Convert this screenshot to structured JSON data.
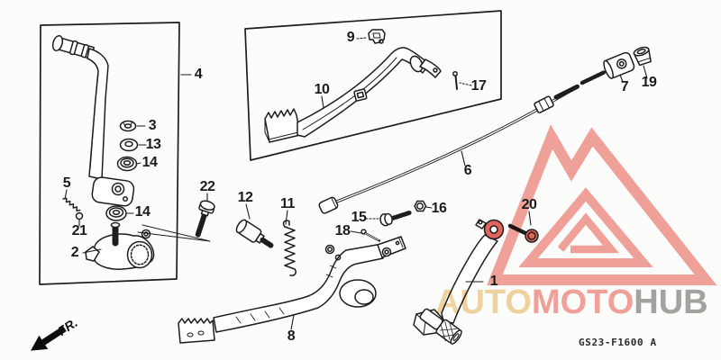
{
  "watermark": {
    "segments": [
      {
        "text": "AUTO",
        "color": "#F2D4A0"
      },
      {
        "text": "MOTO",
        "color": "#F2A29C"
      },
      {
        "text": "HUB",
        "color": "#A6A4A2"
      }
    ],
    "logo_color": "#F2A29C",
    "highlight_color": "#DF645C"
  },
  "footer": {
    "code": "GS23-F1600 A",
    "front_label": "FR."
  },
  "line_color": "#1d1d1b",
  "background": "#fcfcfa",
  "labels": [
    {
      "text": "1"
    },
    {
      "text": "2"
    },
    {
      "text": "3"
    },
    {
      "text": "4"
    },
    {
      "text": "5"
    },
    {
      "text": "6"
    },
    {
      "text": "7"
    },
    {
      "text": "8"
    },
    {
      "text": "9"
    },
    {
      "text": "10"
    },
    {
      "text": "11"
    },
    {
      "text": "12"
    },
    {
      "text": "13"
    },
    {
      "text": "14"
    },
    {
      "text": "14"
    },
    {
      "text": "15"
    },
    {
      "text": "16"
    },
    {
      "text": "17"
    },
    {
      "text": "18"
    },
    {
      "text": "19"
    },
    {
      "text": "20"
    },
    {
      "text": "21"
    },
    {
      "text": "22"
    }
  ]
}
